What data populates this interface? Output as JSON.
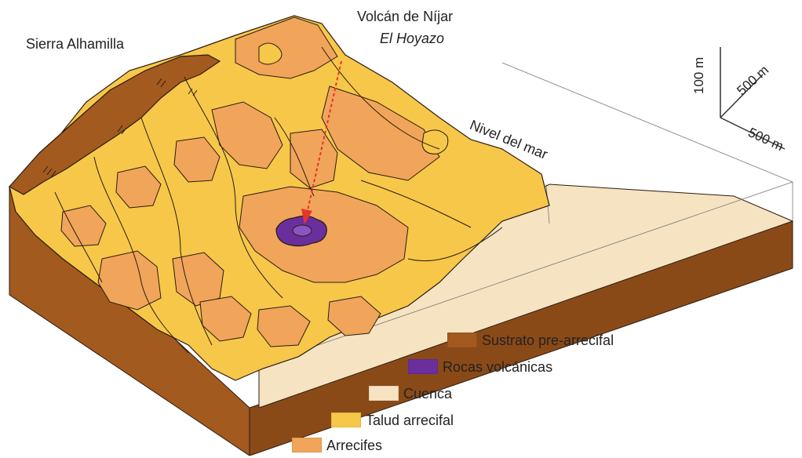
{
  "labels": {
    "sierra": "Sierra Alhamilla",
    "volcano": "Volcán de Níjar",
    "hoyazo": "El Hoyazo",
    "sea_level": "Nivel del mar"
  },
  "scale": {
    "vertical": "100 m",
    "diag1": "500 m",
    "diag2": "500 m"
  },
  "legend": [
    {
      "label": "Sustrato pre-arrecifal",
      "color": "#a35a1e"
    },
    {
      "label": "Rocas volcánicas",
      "color": "#6a2f9c"
    },
    {
      "label": "Cuenca",
      "color": "#f6e3c2"
    },
    {
      "label": "Talud arrecifal",
      "color": "#f7c74a"
    },
    {
      "label": "Arrecifes",
      "color": "#f0a55a"
    }
  ],
  "colors": {
    "substrate": "#a35a1e",
    "substrate_dark": "#7d3f12",
    "volcanic": "#6a2f9c",
    "basin": "#f6e3c2",
    "slope": "#f7c74a",
    "reef": "#f0a55a",
    "arrow": "#e8332a",
    "line": "#2a1c10"
  }
}
